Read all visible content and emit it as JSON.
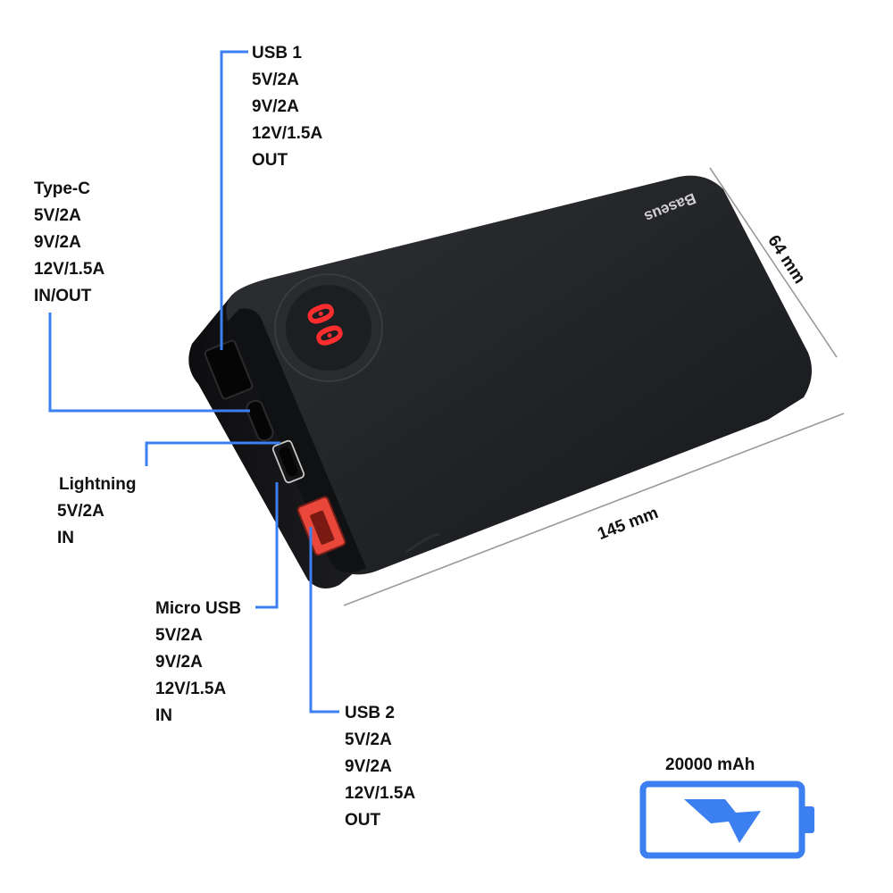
{
  "product": {
    "brand": "Baseus",
    "display_digits": "00"
  },
  "ports": {
    "usb1": {
      "name": "USB 1",
      "specs": [
        "5V/2A",
        "9V/2A",
        "12V/1.5A"
      ],
      "mode": "OUT"
    },
    "type_c": {
      "name": "Type-C",
      "specs": [
        "5V/2A",
        "9V/2A",
        "12V/1.5A"
      ],
      "mode": "IN/OUT"
    },
    "lightning": {
      "name": "Lightning",
      "specs": [
        "5V/2A"
      ],
      "mode": "IN"
    },
    "micro_usb": {
      "name": "Micro USB",
      "specs": [
        "5V/2A",
        "9V/2A",
        "12V/1.5A"
      ],
      "mode": "IN"
    },
    "usb2": {
      "name": "USB 2",
      "specs": [
        "5V/2A",
        "9V/2A",
        "12V/1.5A"
      ],
      "mode": "OUT"
    }
  },
  "dimensions": {
    "width": "64 mm",
    "length": "145 mm"
  },
  "capacity": {
    "label": "20000 mAh",
    "icon": "battery-bolt-icon"
  },
  "colors": {
    "accent": "#3b7ff0",
    "body": "#1c1d20",
    "display": "#ff2d2d",
    "usb2_port": "#e8473a"
  }
}
